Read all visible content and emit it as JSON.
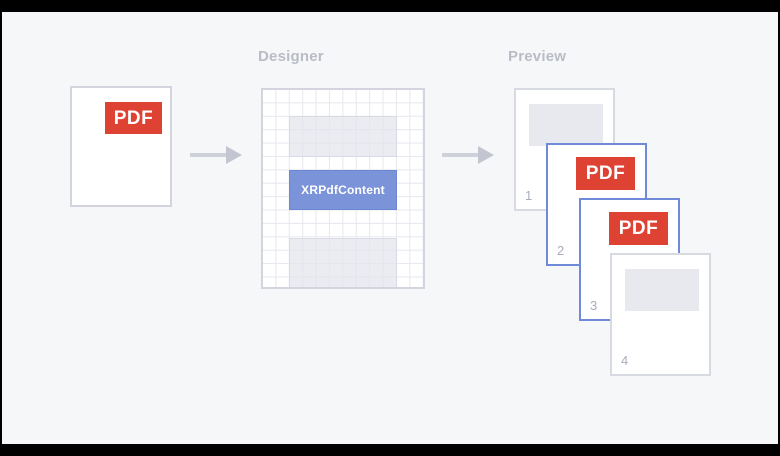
{
  "theme": {
    "canvas_bg": "#f6f7f9",
    "letterbox": "#000000",
    "pdf_badge_red": "#dd4233",
    "content_band_blue": "#7b93d8",
    "active_card_border": "#6f8ad8",
    "muted_border": "#d3d4dd",
    "caption_color": "#b9bcc6",
    "placeholder_grey": "#e7e9ef",
    "arrow_color": "#cfd1da"
  },
  "sections": {
    "designer_caption": "Designer",
    "preview_caption": "Preview"
  },
  "source_document": {
    "badge_label": "PDF"
  },
  "arrows": [
    {
      "name": "arrow-source-to-designer"
    },
    {
      "name": "arrow-designer-to-preview"
    }
  ],
  "designer": {
    "content_band_label": "XRPdfContent",
    "bands": [
      {
        "name": "band-top",
        "type": "placeholder"
      },
      {
        "name": "band-content",
        "type": "pdf-content",
        "label": "XRPdfContent"
      },
      {
        "name": "band-bottom",
        "type": "placeholder"
      }
    ]
  },
  "preview": {
    "pages": [
      {
        "number": "1",
        "state": "plain",
        "content": "placeholder",
        "badge_label": ""
      },
      {
        "number": "2",
        "state": "active",
        "content": "pdf",
        "badge_label": "PDF"
      },
      {
        "number": "3",
        "state": "active",
        "content": "pdf",
        "badge_label": "PDF"
      },
      {
        "number": "4",
        "state": "plain",
        "content": "placeholder",
        "badge_label": ""
      }
    ]
  }
}
